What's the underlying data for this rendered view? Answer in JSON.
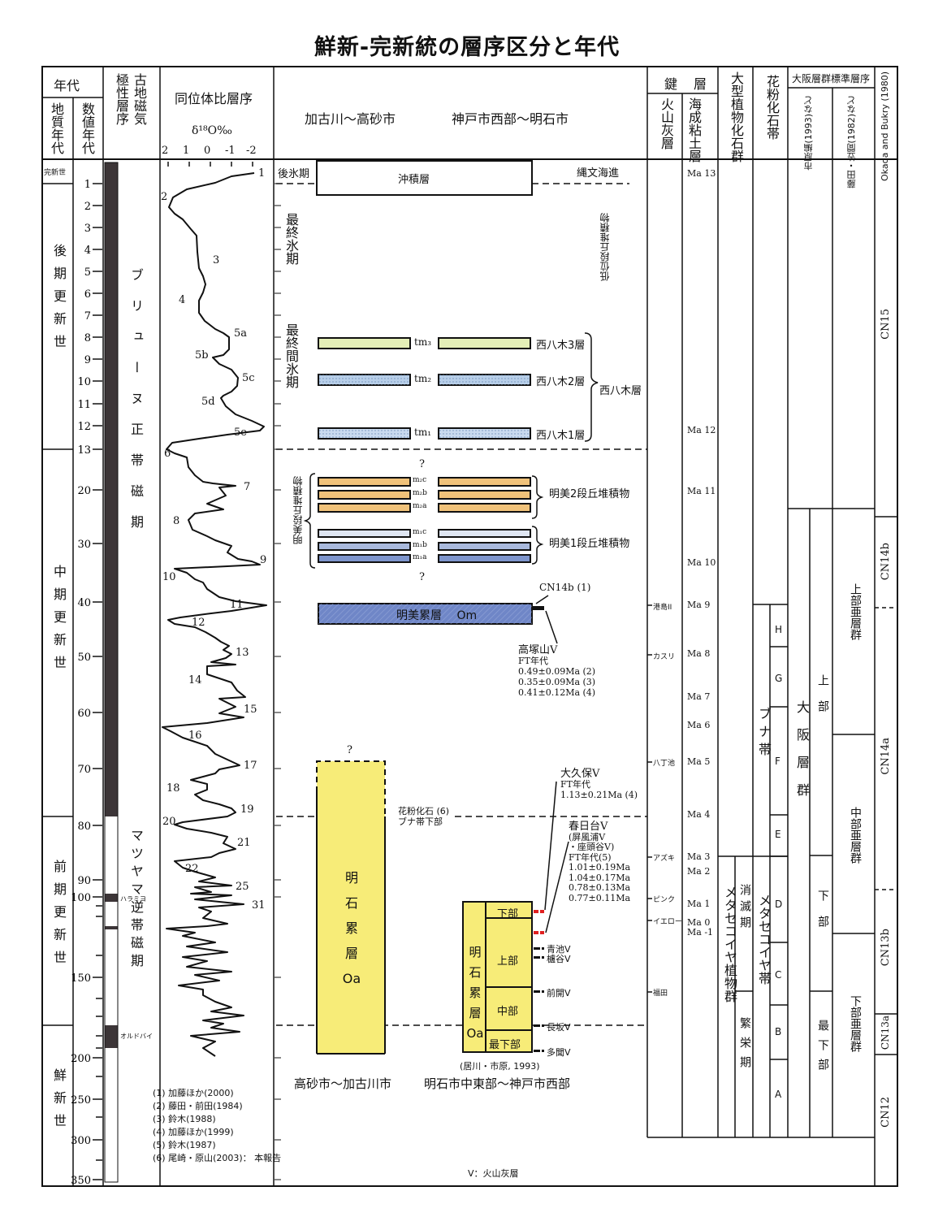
{
  "title": "鮮新-完新統の層序区分と年代",
  "colors": {
    "line": "#111111",
    "magnetic_normal": "#3c3537",
    "yellow": "#f7ec78",
    "blue": "#6f86c7",
    "tm3": "#e4efb7",
    "tm2": "#b8cfe9",
    "tm1": "#c9daef",
    "m2": "#f0c27a",
    "m1": "#a9b9dc",
    "red_marker": "#e02020"
  },
  "header": {
    "age": "年代",
    "geologic_age": "地質年代",
    "numeric_age": "数値年代",
    "paleomag": "古地磁気",
    "polarity": "極性層序",
    "isotope": "同位体比層序",
    "delta": "δ¹⁸O‰",
    "delta_ticks": [
      "2",
      "1",
      "0",
      "-1",
      "-2"
    ],
    "region1": "加古川～高砂市",
    "region2": "神戸市西部～明石市",
    "key_beds": "鍵　層",
    "tephra": "火山灰層",
    "marine_clay": "海成粘土層",
    "macroflora": "大型植物化石群",
    "pollen": "花粉化石帯",
    "osaka_std": "大阪層群標準層序",
    "ichihara": "市原編(1993)など",
    "fujita": "藤田・笠間(1982)など",
    "okada": "Okada and Bukry (1980)"
  },
  "epochs": [
    "完新世",
    "後期更新世",
    "中期更新世",
    "前期更新世",
    "鮮新世"
  ],
  "age_ticks": [
    {
      "label": "1",
      "ka": 1
    },
    {
      "label": "2",
      "ka": 2
    },
    {
      "label": "3",
      "ka": 3
    },
    {
      "label": "4",
      "ka": 4
    },
    {
      "label": "5",
      "ka": 5
    },
    {
      "label": "6",
      "ka": 6
    },
    {
      "label": "7",
      "ka": 7
    },
    {
      "label": "8",
      "ka": 8
    },
    {
      "label": "9",
      "ka": 9
    },
    {
      "label": "10",
      "ka": 10
    },
    {
      "label": "11",
      "ka": 11
    },
    {
      "label": "12",
      "ka": 12
    },
    {
      "label": "13",
      "ka": 13
    },
    {
      "label": "20",
      "ka": 20
    },
    {
      "label": "30",
      "ka": 30
    },
    {
      "label": "40",
      "ka": 40
    },
    {
      "label": "50",
      "ka": 50
    },
    {
      "label": "60",
      "ka": 60
    },
    {
      "label": "70",
      "ka": 70
    },
    {
      "label": "80",
      "ka": 80
    },
    {
      "label": "90",
      "ka": 90
    },
    {
      "label": "100",
      "ka": 100
    },
    {
      "label": "150",
      "ka": 150
    },
    {
      "label": "200",
      "ka": 200
    },
    {
      "label": "250",
      "ka": 250
    },
    {
      "label": "300",
      "ka": 300
    },
    {
      "label": "350",
      "ka": 350
    }
  ],
  "age_unit_note": "数値年代 labels as shown (×10⁴ yr)",
  "polarity": {
    "brunhes": "ブリューヌ正帯磁期",
    "matuyama": "マツヤマ逆帯磁期",
    "jaramillo": "ハラミヨ",
    "olduvai": "オルドバイ"
  },
  "mis_labels": [
    "1",
    "2",
    "3",
    "4",
    "5a",
    "5b",
    "5c",
    "5d",
    "5e",
    "6",
    "7",
    "8",
    "9",
    "10",
    "11",
    "12",
    "13",
    "14",
    "15",
    "16",
    "17",
    "18",
    "19",
    "20",
    "21",
    "22",
    "25",
    "31"
  ],
  "left_section": {
    "postglacial": "後氷期",
    "alluvium": "沖積層",
    "jomon": "縄文海進",
    "last_glacial": "最終氷期",
    "low_terrace": "低位段丘堆積物",
    "last_interglacial": "最終間氷期",
    "tm": [
      {
        "code": "tm₃",
        "name": "西八木3層"
      },
      {
        "code": "tm₂",
        "name": "西八木2層"
      },
      {
        "code": "tm₁",
        "name": "西八木1層"
      }
    ],
    "nishiyagi": "西八木層",
    "q1": "?",
    "q2": "?",
    "q3": "?",
    "meimi_terrace": "明美段丘堆積物",
    "m2": {
      "codes": [
        "m₂c",
        "m₂b",
        "m₂a"
      ],
      "name": "明美2段丘堆積物"
    },
    "m1": {
      "codes": [
        "m₁c",
        "m₁b",
        "m₁a"
      ],
      "name": "明美1段丘堆積物"
    },
    "om": "明美累層　 Om",
    "cn14b": "CN14b (1)",
    "takatsuka": [
      "高塚山V",
      "FT年代",
      "0.49±0.09Ma (2)",
      "0.35±0.09Ma (3)",
      "0.41±0.12Ma (4)"
    ],
    "okubo": [
      "大久保V",
      "FT年代",
      "1.13±0.21Ma (4)"
    ],
    "pollen6": [
      "花粉化石 (6)",
      "ブナ帯下部"
    ],
    "kasugadai": [
      "春日台V",
      "(屏風浦V",
      "・座頭谷V)",
      "FT年代(5)",
      "1.01±0.19Ma",
      "1.04±0.17Ma",
      "0.78±0.13Ma",
      "0.77±0.11Ma"
    ],
    "akashi_big": [
      "明",
      "石",
      "累",
      "層",
      "Oa"
    ],
    "akashi_small": [
      "明",
      "石",
      "累",
      "層",
      "Oa"
    ],
    "sub_units": [
      "下部",
      "上部",
      "中部",
      "最下部"
    ],
    "tephras": [
      "青池V",
      "櫨谷V",
      "前開V",
      "長坂V",
      "多聞V"
    ],
    "ref_igawa": "(居川・市原, 1993)",
    "place1": "高砂市～加古川市",
    "place2": "明石市中東部～神戸市西部",
    "v_note": "V：火山灰層"
  },
  "references": [
    "(1) 加藤ほか(2000)",
    "(2) 藤田・前田(1984)",
    "(3) 鈴木(1988)",
    "(4) 加藤ほか(1999)",
    "(5) 鈴木(1987)",
    "(6) 尾崎・原山(2003)： 本報告"
  ],
  "tephra_beds": [
    "港島II",
    "カスリ",
    "八丁池",
    "アズキ",
    "ピンク",
    "イエロー",
    "福田"
  ],
  "marine_clays": [
    "Ma 13",
    "Ma 12",
    "Ma 11",
    "Ma 10",
    "Ma 9",
    "Ma 8",
    "Ma 7",
    "Ma 6",
    "Ma 5",
    "Ma 4",
    "Ma 3",
    "Ma 2",
    "Ma 1",
    "Ma 0",
    "Ma -1"
  ],
  "macroflora": {
    "group": "メタセコイヤ植物群",
    "decline": "消滅期",
    "flourish": "繁栄期"
  },
  "pollen_zones": {
    "buna": "ブナ帯",
    "meta": "メタセコイヤ帯",
    "letters": [
      "H",
      "G",
      "F",
      "E",
      "D",
      "C",
      "B",
      "A"
    ]
  },
  "osaka": {
    "group": "大阪層群",
    "upper": "上部",
    "lower": "下部",
    "lowest": "最下部",
    "sub_upper": "上部亜層群",
    "sub_middle": "中部亜層群",
    "sub_lower": "下部亜層群"
  },
  "nannofossil_zones": [
    "CN15",
    "CN14b",
    "CN14a",
    "CN13b",
    "CN13a",
    "CN12"
  ]
}
